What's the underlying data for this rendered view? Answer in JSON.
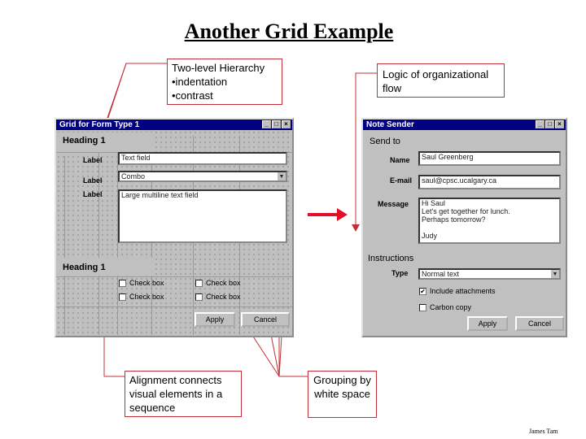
{
  "title": "Another Grid Example",
  "callouts": {
    "hierarchy": {
      "line1": "Two-level Hierarchy",
      "line2": "•indentation",
      "line3": "•contrast"
    },
    "flow": "Logic of organizational flow",
    "alignment": "Alignment connects visual elements in a sequence",
    "grouping": "Grouping by white space"
  },
  "grid_window": {
    "title": "Grid for Form Type 1",
    "heading1": "Heading 1",
    "heading2": "Heading 1",
    "labels": [
      "Label",
      "Label",
      "Label"
    ],
    "text_field": "Text field",
    "combo": "Combo",
    "multiline": "Large multiline text field",
    "checkboxes": [
      "Check box",
      "Check box",
      "Check box",
      "Check box"
    ],
    "apply": "Apply",
    "cancel": "Cancel"
  },
  "note_window": {
    "title": "Note Sender",
    "send_to": "Send to",
    "name_label": "Name",
    "name_value": "Saul Greenberg",
    "email_label": "E-mail",
    "email_value": "saul@cpsc.ucalgary.ca",
    "message_label": "Message",
    "message_lines": [
      "Hi Saul",
      "Let's get together for lunch.",
      "Perhaps tomorrow?",
      "",
      "Judy"
    ],
    "instructions": "Instructions",
    "type_label": "Type",
    "type_value": "Normal text",
    "include_attachments": "Include attachments",
    "include_checked": true,
    "carbon_copy": "Carbon copy",
    "carbon_checked": false,
    "apply": "Apply",
    "cancel": "Cancel"
  },
  "footer": "James Tam",
  "colors": {
    "callout": "#c0303a",
    "arrow": "#e0102a",
    "titlebar": "#000080"
  }
}
